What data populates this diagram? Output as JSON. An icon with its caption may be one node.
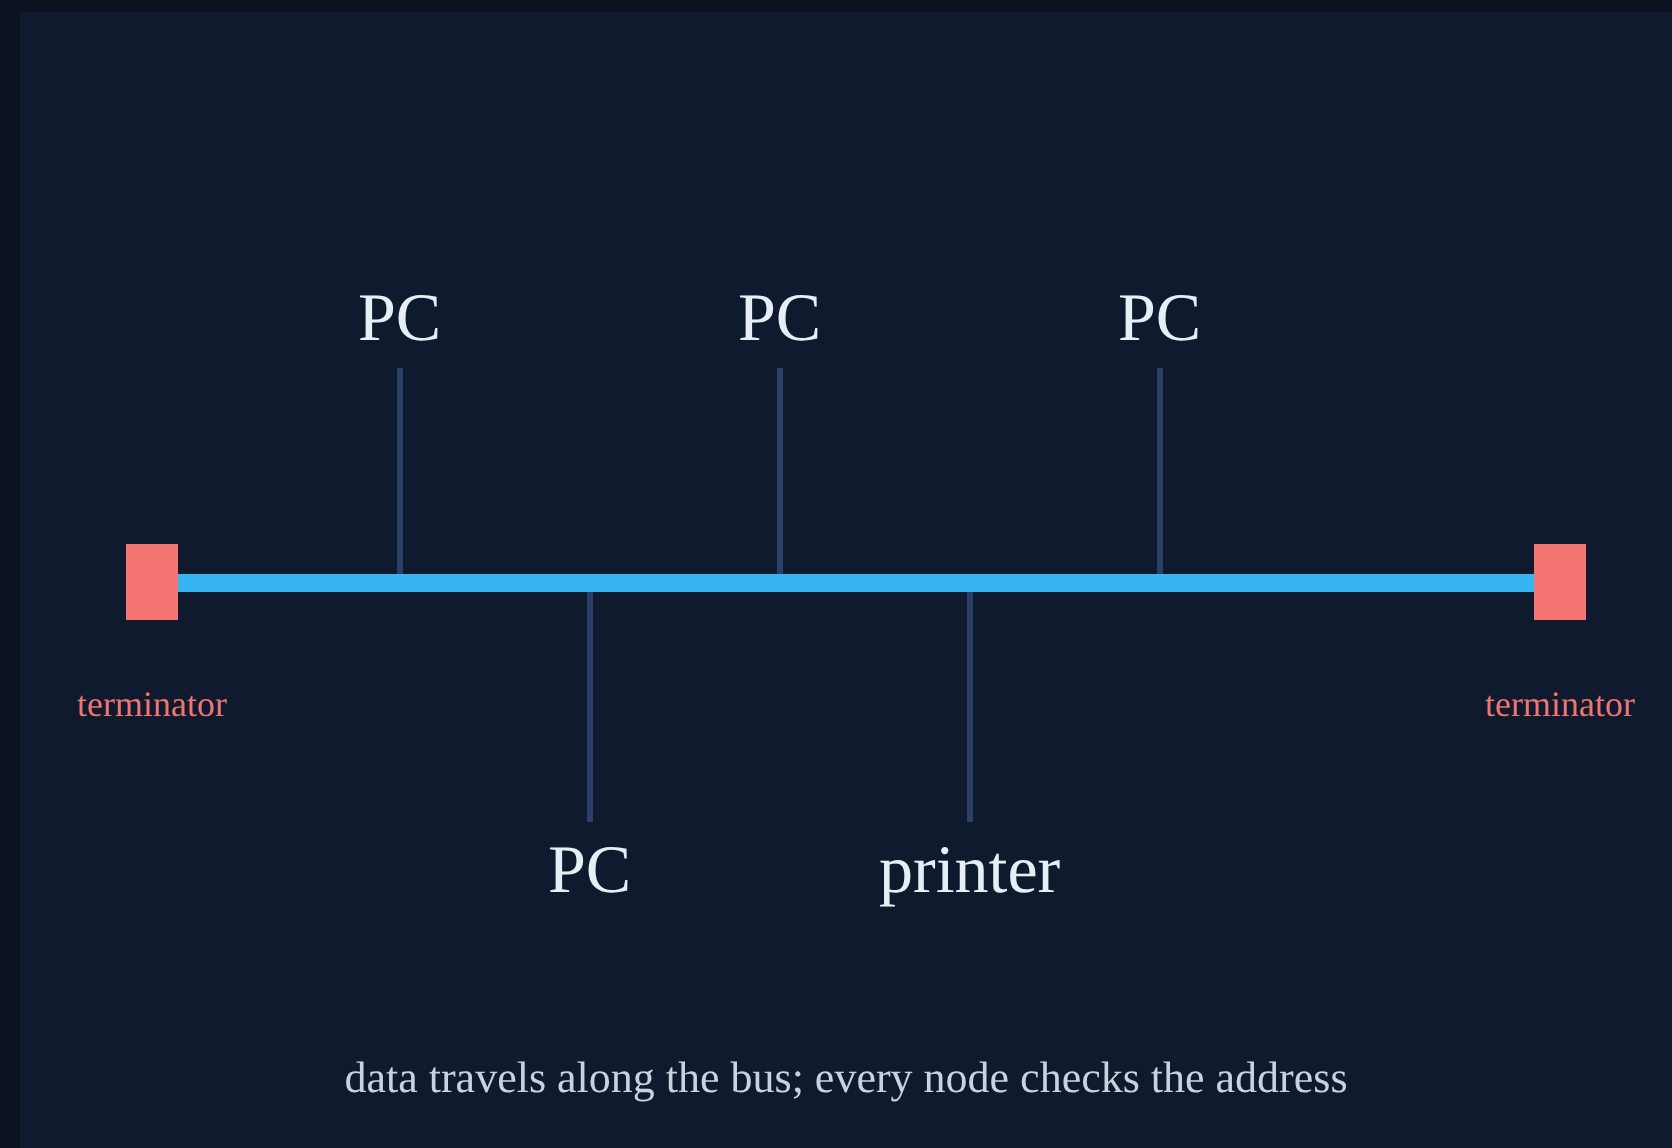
{
  "diagram": {
    "caption": "data travels along the bus; every node checks the address",
    "nodes": [
      {
        "text": [],
        "shape": "box",
        "beside": [
          "terminator"
        ]
      },
      {
        "text": [],
        "shape": "bar"
      },
      {
        "text": [],
        "shape": "box",
        "beside": [
          "terminator"
        ]
      },
      {
        "text": [
          "PC"
        ]
      },
      {
        "text": [
          "PC"
        ]
      },
      {
        "text": [
          "PC"
        ]
      },
      {
        "text": [
          "PC"
        ]
      },
      {
        "text": [
          "printer"
        ]
      }
    ],
    "edges": [
      {
        "from": 3,
        "to": 1,
        "arrow": "none"
      },
      {
        "from": 4,
        "to": 1,
        "arrow": "none"
      },
      {
        "from": 5,
        "to": 1,
        "arrow": "none"
      },
      {
        "from": 6,
        "to": 1,
        "arrow": "none"
      },
      {
        "from": 7,
        "to": 1,
        "arrow": "none"
      }
    ]
  }
}
